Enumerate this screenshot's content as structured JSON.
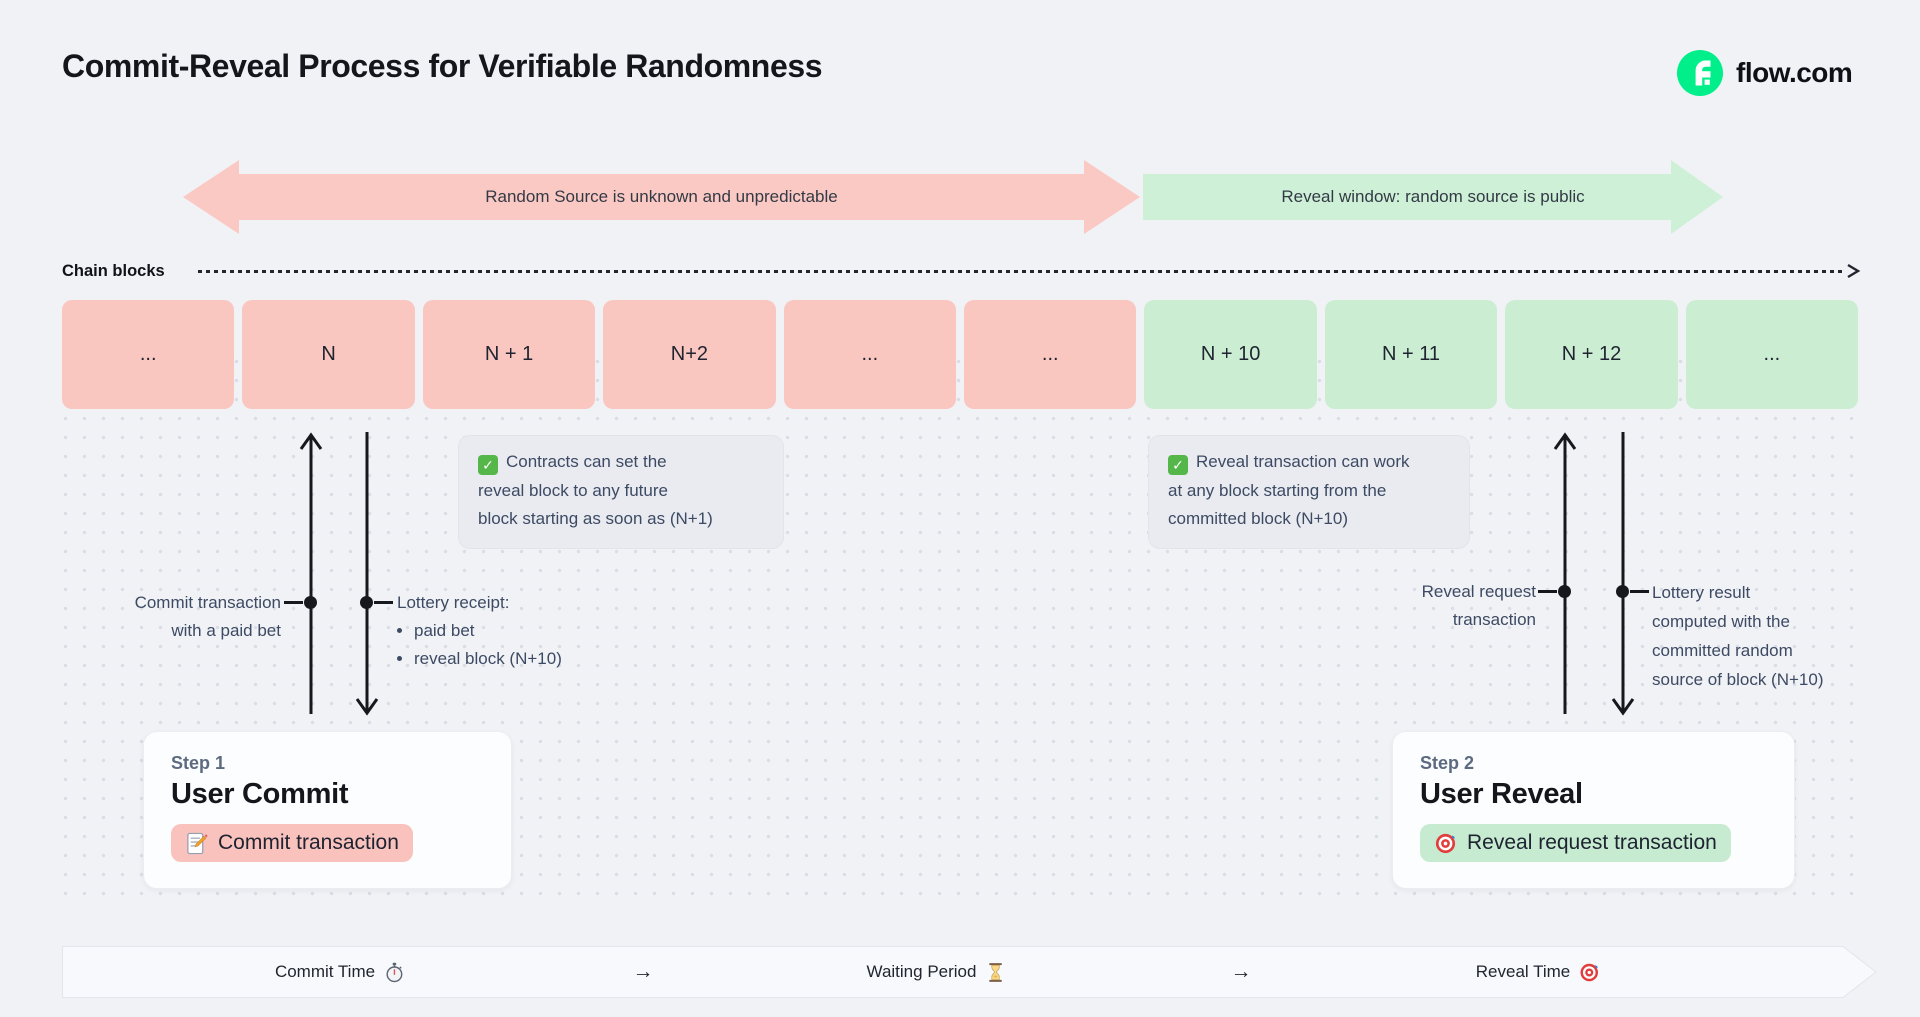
{
  "header": {
    "title": "Commit-Reveal Process for Verifiable Randomness",
    "brand": "flow.com"
  },
  "phase_arrows": [
    {
      "label": "Random Source is unknown and unpredictable",
      "color": "#FBC9C3",
      "direction": "both"
    },
    {
      "label": "Reveal window: random source is public",
      "color": "#CEF0D7",
      "direction": "right"
    }
  ],
  "chain": {
    "label": "Chain blocks",
    "blocks": [
      {
        "label": "...",
        "phase": "commit"
      },
      {
        "label": "N",
        "phase": "commit"
      },
      {
        "label": "N + 1",
        "phase": "commit"
      },
      {
        "label": "N+2",
        "phase": "commit"
      },
      {
        "label": "...",
        "phase": "commit"
      },
      {
        "label": "...",
        "phase": "commit"
      },
      {
        "label": "N + 10",
        "phase": "reveal"
      },
      {
        "label": "N + 11",
        "phase": "reveal"
      },
      {
        "label": "N + 12",
        "phase": "reveal"
      },
      {
        "label": "...",
        "phase": "reveal"
      }
    ]
  },
  "callouts": [
    {
      "icon": "check-icon",
      "lines": [
        "Contracts can set the",
        "reveal block to any future",
        "block starting as soon as (N+1)"
      ]
    },
    {
      "icon": "check-icon",
      "lines": [
        "Reveal transaction can work",
        "at any block starting from the",
        "committed block (N+10)"
      ]
    }
  ],
  "annotations": {
    "commit_tx": {
      "lines": [
        "Commit transaction",
        "with a paid bet"
      ]
    },
    "lottery_receipt": {
      "title": "Lottery receipt:",
      "bullets": [
        "paid bet",
        "reveal block (N+10)"
      ]
    },
    "reveal_request": {
      "lines": [
        "Reveal request",
        "transaction"
      ]
    },
    "lottery_result": {
      "lines": [
        "Lottery result",
        "computed with the",
        "committed random",
        "source of block (N+10)"
      ]
    }
  },
  "steps": [
    {
      "eyebrow": "Step 1",
      "title": "User Commit",
      "action": "Commit transaction",
      "icon": "memo-icon"
    },
    {
      "eyebrow": "Step 2",
      "title": "User Reveal",
      "action": "Reveal request transaction",
      "icon": "target-icon"
    }
  ],
  "timeline": [
    {
      "label": "Commit Time",
      "icon": "stopwatch-icon"
    },
    {
      "label": "→"
    },
    {
      "label": "Waiting Period",
      "icon": "hourglass-icon"
    },
    {
      "label": "→"
    },
    {
      "label": "Reveal Time",
      "icon": "target-icon"
    }
  ],
  "glyphs": {
    "check": "✓"
  },
  "colors": {
    "background": "#F1F2F6",
    "commit_block": "#FAC6C0",
    "reveal_block": "#CBEED3",
    "callout_bg": "#E9EBF0",
    "ink": "#16181D",
    "slate_text": "#3D4A63",
    "flow_green": "#00EF8B"
  }
}
